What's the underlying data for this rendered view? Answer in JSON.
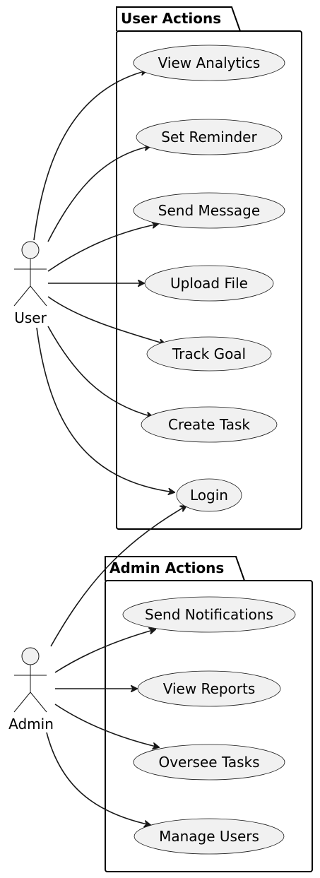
{
  "diagram": {
    "type": "use-case",
    "packages": [
      {
        "title": "User Actions",
        "use_cases": [
          "View Analytics",
          "Set Reminder",
          "Send Message",
          "Upload File",
          "Track Goal",
          "Create Task",
          "Login"
        ]
      },
      {
        "title": "Admin Actions",
        "use_cases": [
          "Send Notifications",
          "View Reports",
          "Oversee Tasks",
          "Manage Users"
        ]
      }
    ],
    "actors": [
      {
        "name": "User"
      },
      {
        "name": "Admin"
      }
    ],
    "associations": [
      {
        "from": "User",
        "to": "View Analytics"
      },
      {
        "from": "User",
        "to": "Set Reminder"
      },
      {
        "from": "User",
        "to": "Send Message"
      },
      {
        "from": "User",
        "to": "Upload File"
      },
      {
        "from": "User",
        "to": "Track Goal"
      },
      {
        "from": "User",
        "to": "Create Task"
      },
      {
        "from": "User",
        "to": "Login"
      },
      {
        "from": "Admin",
        "to": "Login"
      },
      {
        "from": "Admin",
        "to": "Send Notifications"
      },
      {
        "from": "Admin",
        "to": "View Reports"
      },
      {
        "from": "Admin",
        "to": "Oversee Tasks"
      },
      {
        "from": "Admin",
        "to": "Manage Users"
      }
    ],
    "colors": {
      "use_case_fill": "#f1f1f1",
      "stroke": "#181818",
      "package_border": "#000000"
    }
  }
}
